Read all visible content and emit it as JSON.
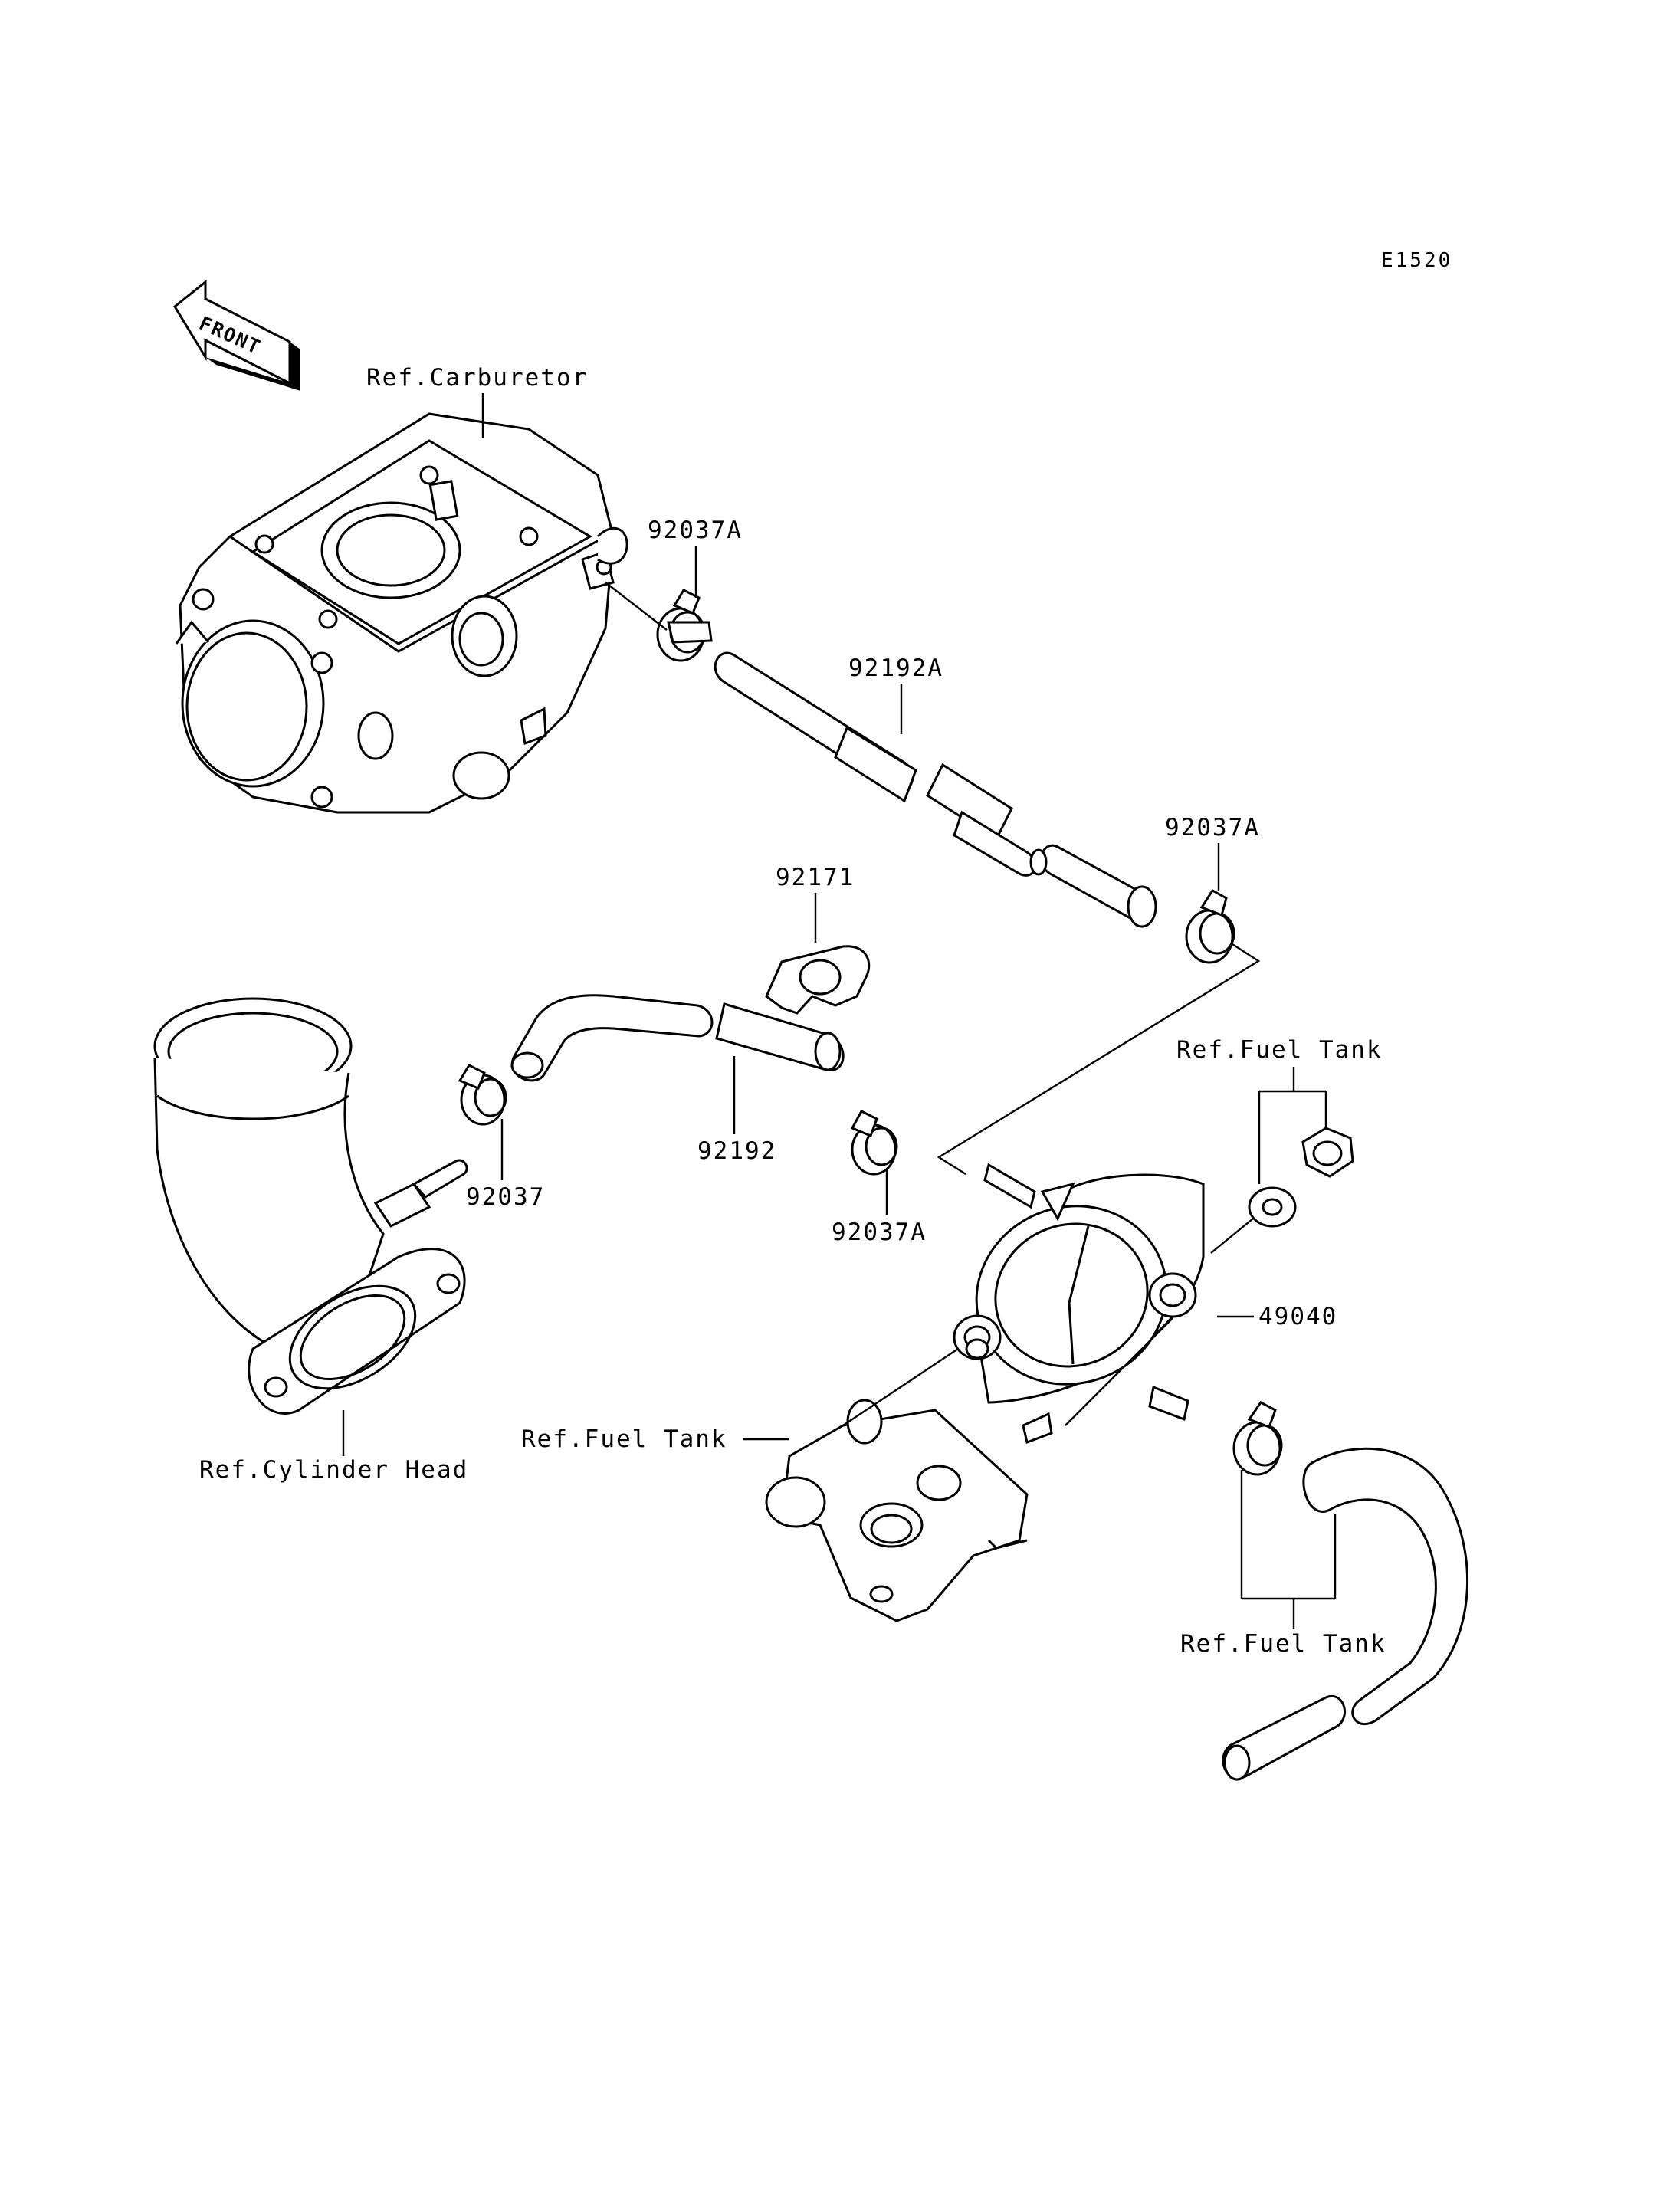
{
  "diagram": {
    "code": "E1520",
    "front_arrow_label": "FRONT",
    "labels": {
      "ref_carburetor": "Ref.Carburetor",
      "clamp_top": "92037A",
      "hose_top": "92192A",
      "clamp_right": "92037A",
      "clip": "92171",
      "ref_fuel_tank_upper": "Ref.Fuel Tank",
      "hose_middle": "92192",
      "clamp_left": "92037",
      "clamp_mid": "92037A",
      "fuel_pump": "49040",
      "ref_fuel_tank_left": "Ref.Fuel Tank",
      "ref_cylinder_head": "Ref.Cylinder Head",
      "ref_fuel_tank_lower": "Ref.Fuel Tank"
    }
  }
}
